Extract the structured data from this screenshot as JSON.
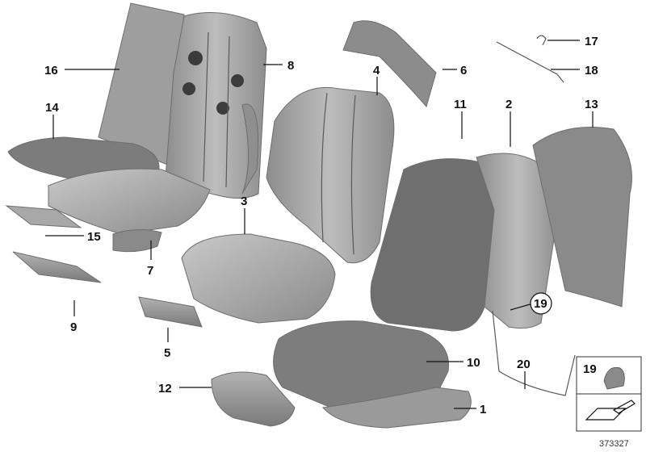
{
  "labels": {
    "l1": "1",
    "l2": "2",
    "l3": "3",
    "l4": "4",
    "l5": "5",
    "l6": "6",
    "l7": "7",
    "l8": "8",
    "l9": "9",
    "l10": "10",
    "l11": "11",
    "l12": "12",
    "l13": "13",
    "l14": "14",
    "l15": "15",
    "l16": "16",
    "l17": "17",
    "l18": "18",
    "l19": "19",
    "l20": "20"
  },
  "inset_label": "19",
  "diagram_number": "373327",
  "colors": {
    "part_fill": "#a9a9a9",
    "part_dark": "#7d7d7d",
    "label": "#111111"
  }
}
